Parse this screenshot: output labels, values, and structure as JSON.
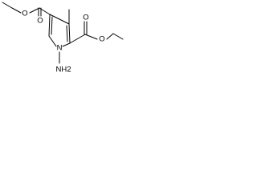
{
  "molecule": {
    "atoms": {
      "ester1_O_ether": "O",
      "ester1_O_carbonyl": "O",
      "ester2_O_carbonyl": "O",
      "ester2_O_ether": "O",
      "ring_N": "N",
      "amino_NH2": "NH2"
    },
    "colors": {
      "bond": "#000000",
      "label": "#000000",
      "background": "#ffffff"
    }
  }
}
